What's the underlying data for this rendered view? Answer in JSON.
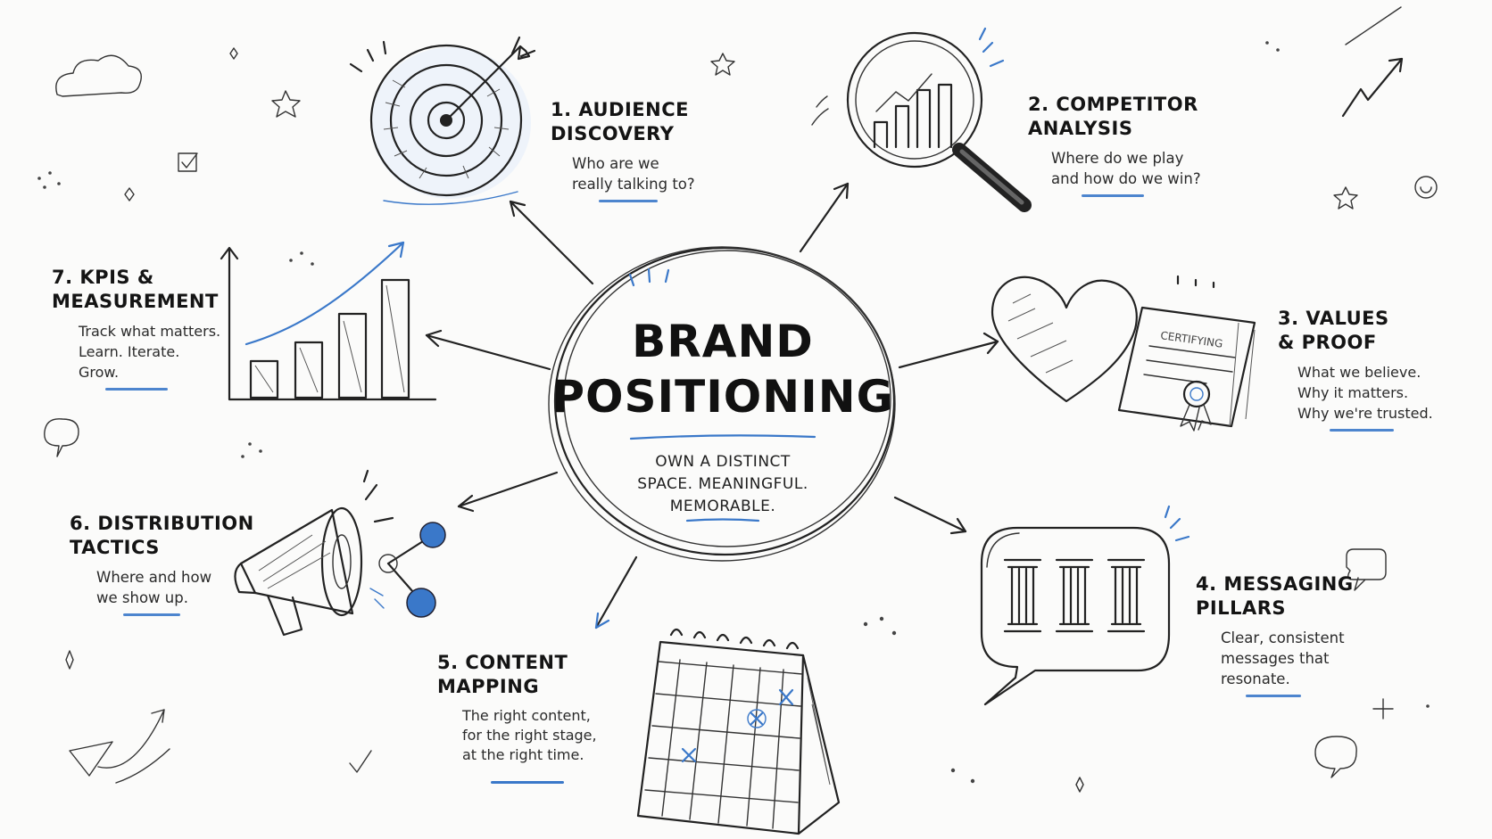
{
  "center": {
    "title": "BRAND\nPOSITIONING",
    "tagline": "OWN A DISTINCT\nSPACE. MEANINGFUL.\nMEMORABLE."
  },
  "nodes": [
    {
      "id": "audience-discovery",
      "title": "1. AUDIENCE\nDISCOVERY",
      "desc": "Who are we\nreally talking to?",
      "icon": "target-icon"
    },
    {
      "id": "competitor-analysis",
      "title": "2. COMPETITOR\nANALYSIS",
      "desc": "Where do we play\nand how do we win?",
      "icon": "magnifier-chart-icon"
    },
    {
      "id": "values-proof",
      "title": "3. VALUES\n& PROOF",
      "desc": "What we believe.\nWhy it matters.\nWhy we're trusted.",
      "icon": "heart-certificate-icon"
    },
    {
      "id": "messaging-pillars",
      "title": "4. MESSAGING\nPILLARS",
      "desc": "Clear, consistent\nmessages that\nresonate.",
      "icon": "pillars-speech-bubble-icon"
    },
    {
      "id": "content-mapping",
      "title": "5. CONTENT\nMAPPING",
      "desc": "The right content,\nfor the right stage,\nat the right time.",
      "icon": "calendar-icon"
    },
    {
      "id": "distribution-tactics",
      "title": "6. DISTRIBUTION\nTACTICS",
      "desc": "Where and how\nwe show up.",
      "icon": "megaphone-icon"
    },
    {
      "id": "kpis-measurement",
      "title": "7. KPIS &\nMEASUREMENT",
      "desc": "Track what matters.\nLearn. Iterate.\nGrow.",
      "icon": "growth-chart-icon"
    }
  ],
  "certificate_label": "CERTIFYING",
  "colors": {
    "accent": "#3a78c9",
    "ink": "#1c1c1c",
    "paper": "#fbfbfa"
  }
}
